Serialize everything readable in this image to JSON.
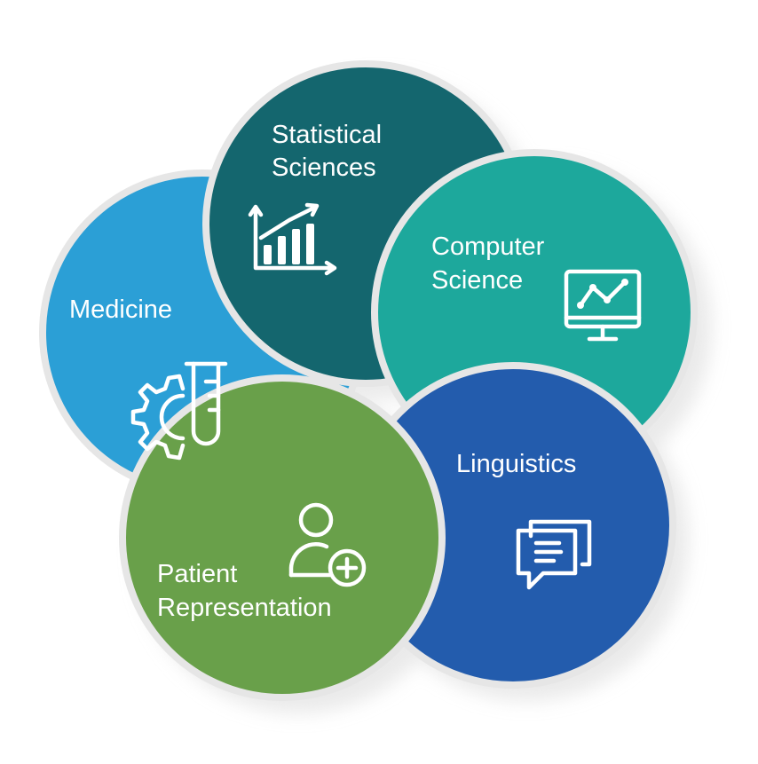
{
  "colors": {
    "statistical_sciences": "#14666e",
    "medicine": "#2b9fd6",
    "computer_science": "#1da89c",
    "linguistics": "#235cad",
    "patient_representation": "#69a04a",
    "separator": "#e6e6e6",
    "shadow": "#d9d9d9"
  },
  "circles": {
    "statistical_sciences": {
      "line1": "Statistical",
      "line2": "Sciences",
      "icon": "bar-chart-growth-icon"
    },
    "medicine": {
      "line1": "Medicine",
      "icon": "gear-test-tube-icon"
    },
    "computer_science": {
      "line1": "Computer",
      "line2": "Science",
      "icon": "monitor-line-chart-icon"
    },
    "linguistics": {
      "line1": "Linguistics",
      "icon": "chat-bubbles-icon"
    },
    "patient_representation": {
      "line1": "Patient",
      "line2": "Representation",
      "icon": "user-add-icon"
    }
  }
}
